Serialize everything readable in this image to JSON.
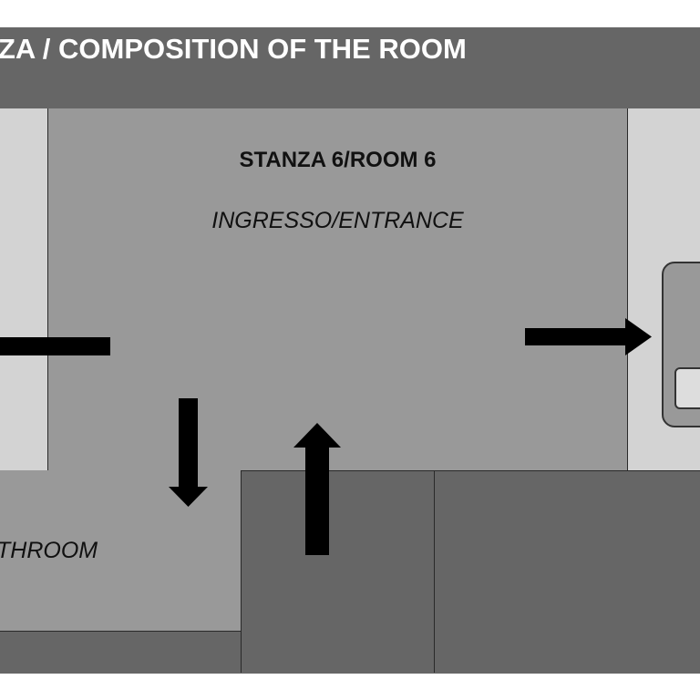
{
  "header": {
    "title": "ZA / COMPOSITION OF THE ROOM"
  },
  "entrance_room": {
    "title": "STANZA 6/ROOM 6",
    "subtitle": "INGRESSO/ENTRANCE"
  },
  "bathroom": {
    "label": "THROOM"
  },
  "colors": {
    "header_band": "#666666",
    "corridor": "#d3d3d3",
    "room_fill": "#999999",
    "lower_rooms": "#666666",
    "arrow": "#000000"
  },
  "icons": {
    "arrows": [
      "arrow-left-icon",
      "arrow-right-icon",
      "arrow-down-icon",
      "arrow-up-icon"
    ]
  }
}
